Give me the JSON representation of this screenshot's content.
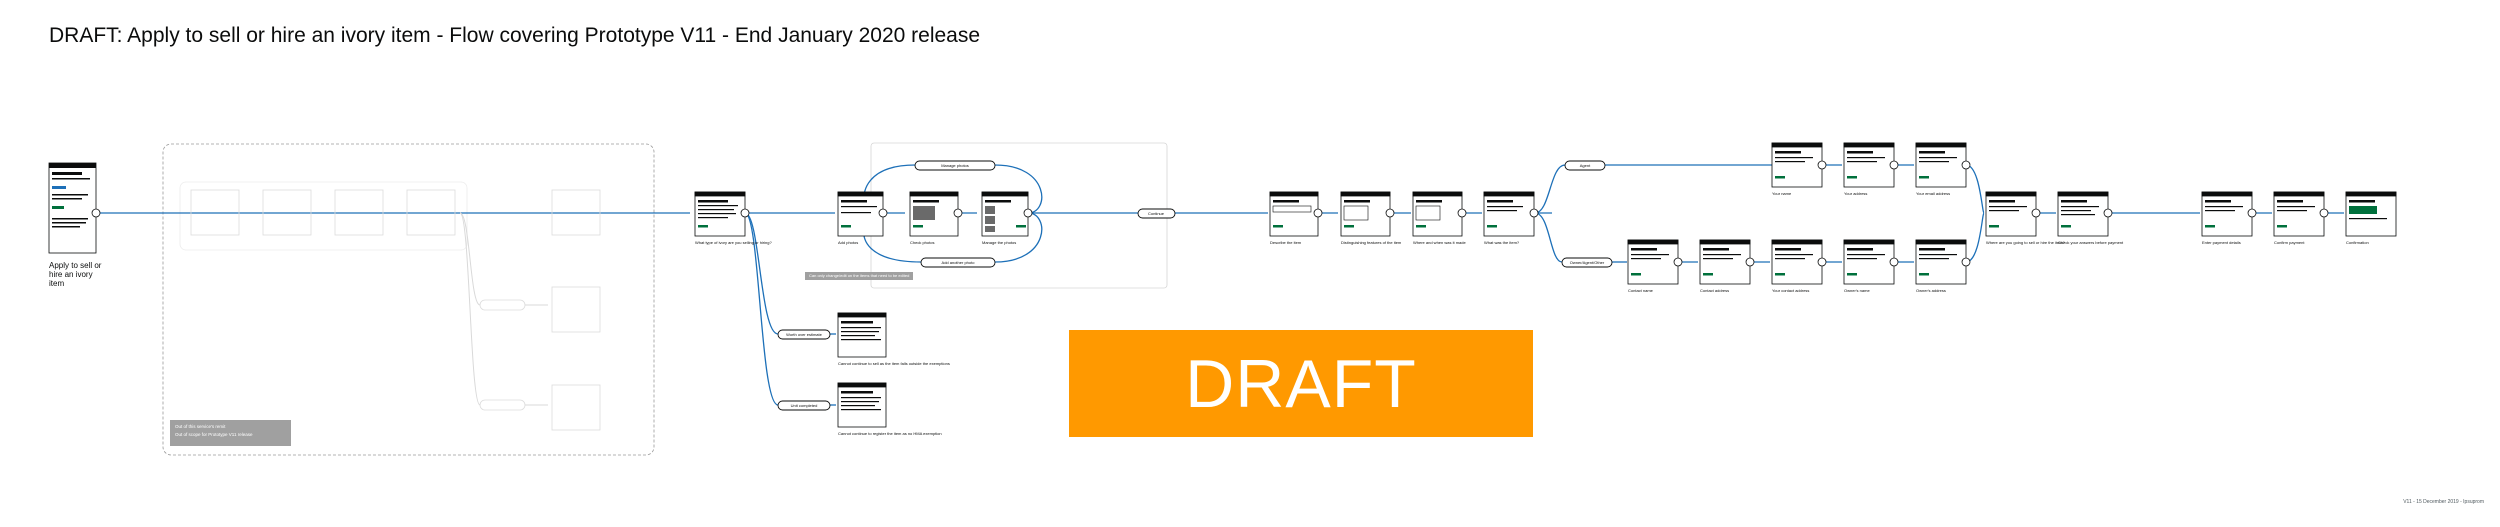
{
  "title": "DRAFT: Apply to sell or hire an ivory item - Flow covering Prototype V11 - End January 2020 release",
  "banner": "DRAFT",
  "footer": "V11 - 15 December 2019 - Ipsuprom",
  "start_label": "Apply to sell or hire an ivory item",
  "notes": {
    "out_of_scope": "Out of this service's remit",
    "out_of_scope_sub": "Out of scope for Prototype V11 release",
    "edit_note": "Can only change/edit on the items that need to be edited"
  },
  "decisions": {
    "manage_photos": "Manage photos",
    "add_another": "Add another photo",
    "continue": "Continue",
    "worth_estimate": "Worth over estimate",
    "unit_completed": "Unit completed",
    "agent": "Agent",
    "owner_or_other": "Owner/Agent/Other",
    "ghost_1": "",
    "ghost_2": ""
  },
  "screens": {
    "what_type": "What type of ivory are you selling or hiring?",
    "add_photos": "Add photos",
    "check_photos": "Check photos",
    "manage_photos": "Manage the photos",
    "cannot_a": "Cannot continue to sell as the item falls outside the exemptions",
    "cannot_b": "Cannot continue to register the item as no HMA exemption",
    "describe": "Describe the item",
    "distinguishing": "Distinguishing features of the item",
    "where_made": "Where and when was it made",
    "what_age": "What was the item?",
    "your_name": "Your name",
    "your_address": "Your address",
    "your_email": "Your email address",
    "contact_name": "Contact name",
    "contact_address": "Contact address",
    "your_contact_email": "Your contact address",
    "owner_name": "Owner's name",
    "owner_address": "Owner's address",
    "where_going": "Where are you going to sell or hire the item?",
    "check_answers": "Check your answers before payment",
    "enter_payment": "Enter payment details",
    "confirm_payment": "Confirm payment",
    "confirmation": "Confirmation"
  }
}
